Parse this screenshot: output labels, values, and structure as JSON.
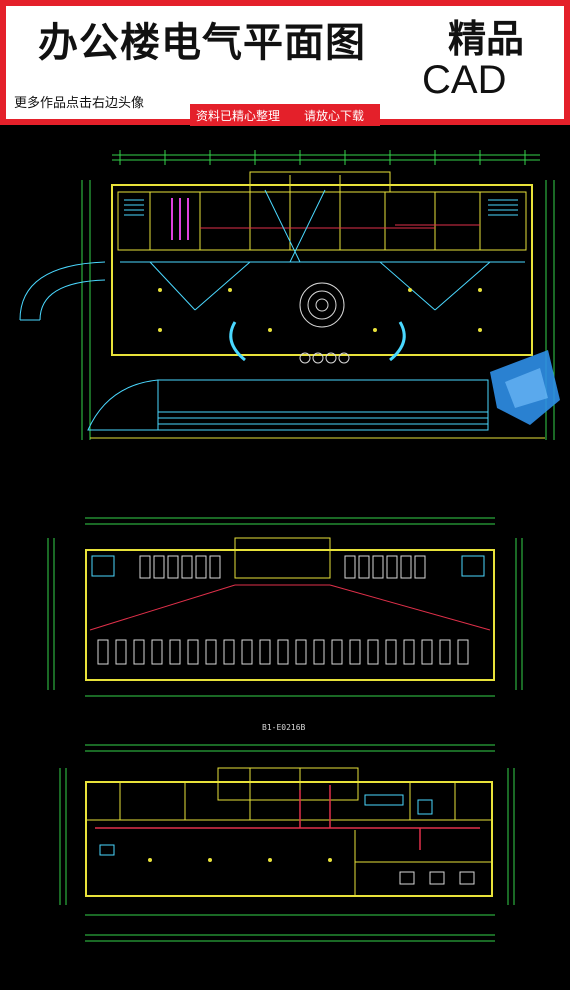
{
  "header": {
    "title": "办公楼电气平面图",
    "brand_line1": "精品",
    "brand_line2": "CAD",
    "more_link": "更多作品点击右边头像",
    "note_left": "资料已精心整理",
    "note_right": "请放心下载"
  },
  "drawing": {
    "middle_plan_label": "B1-E0216B",
    "colors": {
      "background": "#000000",
      "banner_border": "#e4202a",
      "wall": "#e8e23a",
      "grid": "#35d24a",
      "wire": "#e0304a",
      "fixture": "#4ad8ff",
      "stamp": "#2f8fe8"
    }
  }
}
